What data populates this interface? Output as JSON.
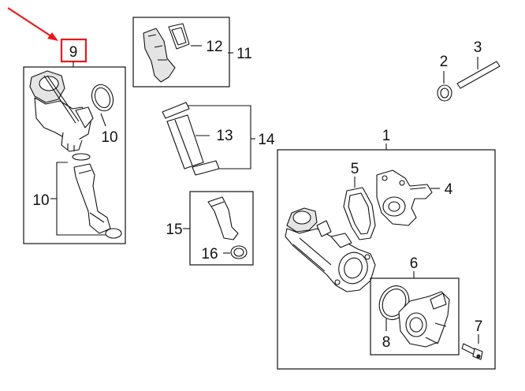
{
  "callouts": {
    "c1": "1",
    "c2": "2",
    "c3": "3",
    "c4": "4",
    "c5": "5",
    "c6": "6",
    "c7": "7",
    "c8": "8",
    "c9": "9",
    "c10a": "10",
    "c10b": "10",
    "c11": "11",
    "c12": "12",
    "c13": "13",
    "c14": "14",
    "c15": "15",
    "c16": "16"
  },
  "colors": {
    "highlight": "#e8191c",
    "line": "#111111",
    "background": "#ffffff"
  }
}
